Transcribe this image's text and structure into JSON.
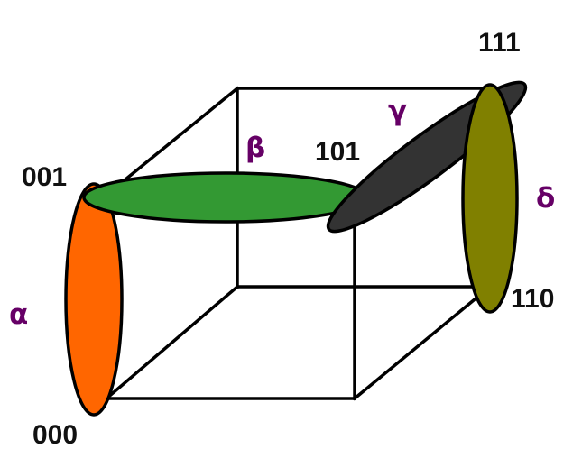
{
  "vertices": {
    "v000": "000",
    "v001": "001",
    "v101": "101",
    "v111": "111",
    "v110": "110"
  },
  "regions": {
    "alpha": {
      "label": "α",
      "color": "#ff6600"
    },
    "beta": {
      "label": "β",
      "color": "#339933"
    },
    "gamma": {
      "label": "γ",
      "color": "#333333"
    },
    "delta": {
      "label": "δ",
      "color": "#808000"
    }
  },
  "label_color": "#660066"
}
